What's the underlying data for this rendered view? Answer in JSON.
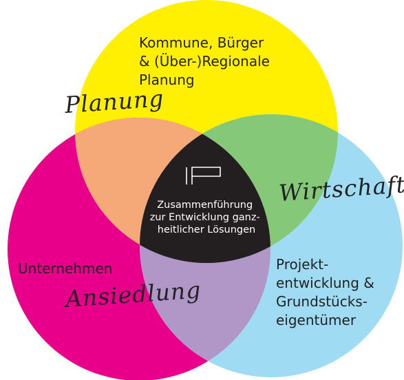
{
  "diagram": {
    "colors": {
      "yellow": "#ffef00",
      "magenta": "#e9008a",
      "cyan": "#9fdcf4",
      "orange": "#f5a878",
      "green": "#84c878",
      "purple": "#b097c8",
      "center": "#231f20"
    },
    "circles": {
      "top": {
        "lines": [
          "Kommune, Bürger",
          "& (Über-)Regionale",
          "Planung"
        ]
      },
      "left": {
        "lines": [
          "Unternehmen"
        ]
      },
      "right": {
        "lines": [
          "Projekt-",
          "entwicklung &",
          "Grundstücks-",
          "eigentümer"
        ]
      }
    },
    "overlaps": {
      "top_left": "Planung",
      "top_right": "Wirtschaft",
      "left_right": "Ansiedlung"
    },
    "center": {
      "logo_icon": "lf-logo-icon",
      "lines": [
        "Zusammenführung",
        "zur Entwicklung ganz-",
        "heitlicher Lösungen"
      ]
    }
  }
}
